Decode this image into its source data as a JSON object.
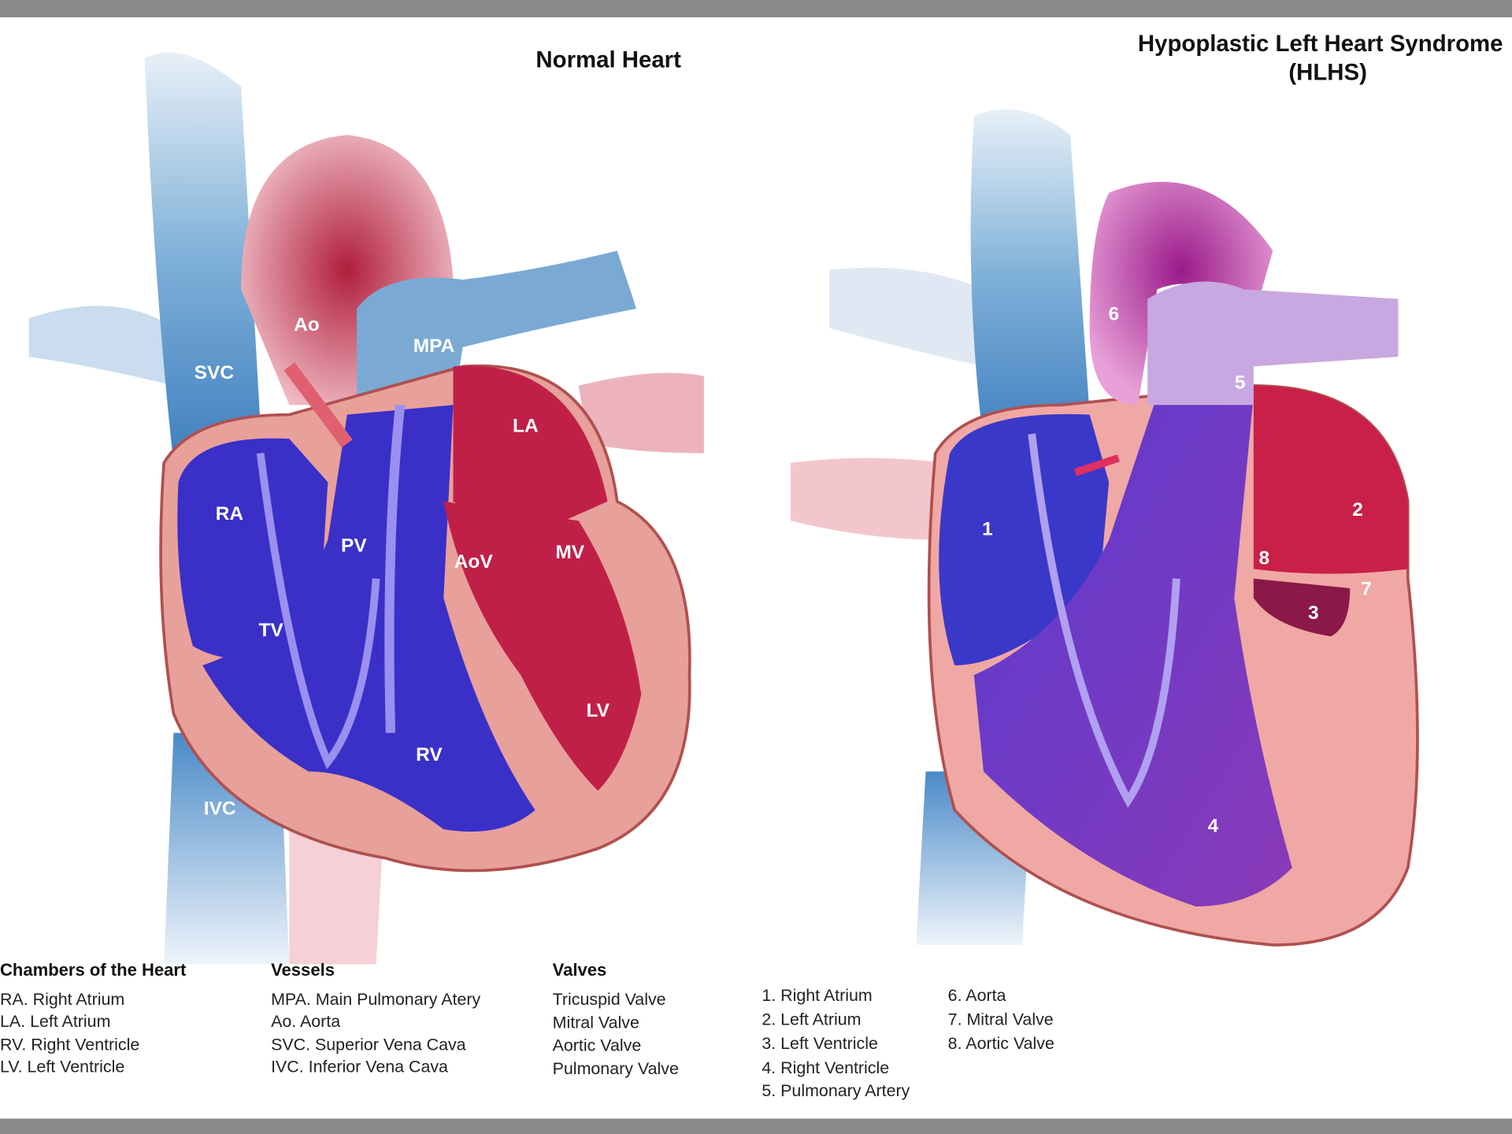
{
  "normal_heart": {
    "title": "Normal Heart",
    "labels": {
      "ao": "Ao",
      "mpa": "MPA",
      "svc": "SVC",
      "la": "LA",
      "ra": "RA",
      "pv": "PV",
      "aov": "AoV",
      "mv": "MV",
      "tv": "TV",
      "lv": "LV",
      "rv": "RV",
      "ivc": "IVC"
    },
    "legend": {
      "chambers": {
        "heading": "Chambers of the Heart",
        "items": [
          "RA. Right Atrium",
          "LA. Left Atrium",
          "RV. Right Ventricle",
          "LV. Left Ventricle"
        ]
      },
      "vessels": {
        "heading": "Vessels",
        "items": [
          "MPA. Main Pulmonary Atery",
          "Ao. Aorta",
          "SVC. Superior Vena Cava",
          "IVC. Inferior Vena Cava"
        ]
      },
      "valves": {
        "heading": "Valves",
        "items": [
          "Tricuspid Valve",
          "Mitral Valve",
          "Aortic Valve",
          "Pulmonary Valve"
        ]
      }
    }
  },
  "hlhs_heart": {
    "title_line1": "Hypoplastic Left Heart Syndrome",
    "title_line2": "(HLHS)",
    "labels": {
      "n1": "1",
      "n2": "2",
      "n3": "3",
      "n4": "4",
      "n5": "5",
      "n6": "6",
      "n7": "7",
      "n8": "8"
    },
    "legend": {
      "col1": [
        "1. Right Atrium",
        "2. Left Atrium",
        "3. Left Ventricle",
        "4. Right Ventricle",
        "5. Pulmonary Artery"
      ],
      "col2": [
        "6. Aorta",
        "7. Mitral Valve",
        "8. Aortic Valve"
      ]
    }
  },
  "colors": {
    "deoxygenated": "#3a2fc0",
    "oxygenated": "#c0234a",
    "mixed": "#7a3fc0",
    "muscle": "#e8a09a",
    "frame": "#8a8a8a"
  }
}
